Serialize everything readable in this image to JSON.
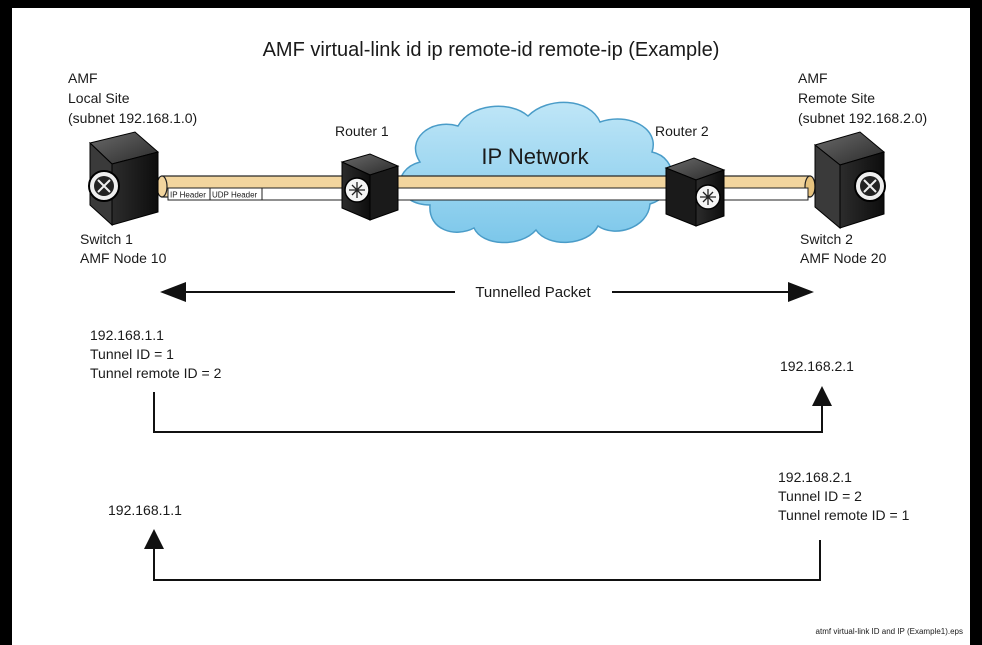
{
  "diagram": {
    "title": "AMF virtual-link id ip remote-id remote-ip (Example)",
    "filename": "atmf virtual-link ID and IP (Example1).eps",
    "local_site": {
      "line1": "AMF",
      "line2": "Local Site",
      "line3": "(subnet 192.168.1.0)"
    },
    "remote_site": {
      "line1": "AMF",
      "line2": "Remote Site",
      "line3": "(subnet 192.168.2.0)"
    },
    "switch1": {
      "line1": "Switch 1",
      "line2": "AMF Node 10"
    },
    "switch2": {
      "line1": "Switch 2",
      "line2": "AMF Node 20"
    },
    "router1": "Router 1",
    "router2": "Router 2",
    "network": "IP Network",
    "headers": {
      "ip": "IP Header",
      "udp": "UDP Header"
    },
    "tunnelled_packet": "Tunnelled Packet",
    "flow1": {
      "src_ip": "192.168.1.1",
      "src_tunnel_id": "Tunnel ID = 1",
      "src_remote_id": "Tunnel remote ID = 2",
      "dst_ip": "192.168.2.1"
    },
    "flow2": {
      "src_ip": "192.168.2.1",
      "src_tunnel_id": "Tunnel ID = 2",
      "src_remote_id": "Tunnel remote ID = 1",
      "dst_ip": "192.168.1.1"
    },
    "colors": {
      "tube": "#f2d59e",
      "cloud": "#9fd6f0",
      "device": "#1c1c1c",
      "line": "#111111"
    }
  }
}
